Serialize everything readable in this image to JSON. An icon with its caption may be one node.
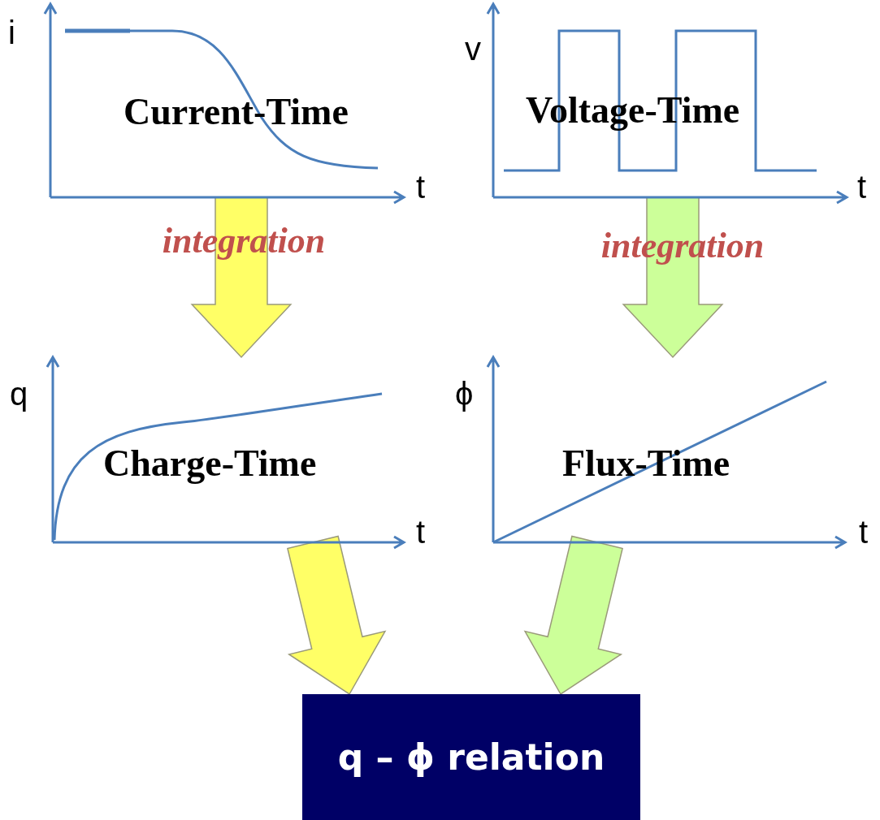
{
  "diagram": {
    "nodes": [
      {
        "text": [
          "Current-Time"
        ],
        "beside": [
          "i",
          "t"
        ]
      },
      {
        "text": [
          "Voltage-Time"
        ],
        "beside": [
          "v",
          "t"
        ]
      },
      {
        "text": [
          "Charge-Time"
        ],
        "beside": [
          "q",
          "t"
        ]
      },
      {
        "text": [
          "Flux-Time"
        ],
        "beside": [
          "ϕ",
          "t"
        ]
      },
      {
        "text": [
          "q – ϕ relation"
        ]
      }
    ],
    "edges": [
      {
        "from": 0,
        "to": 2,
        "arrow": "to",
        "label": "integration",
        "style": "thick",
        "color": "#ffff66"
      },
      {
        "from": 1,
        "to": 3,
        "arrow": "to",
        "label": "integration",
        "style": "thick",
        "color": "#ccff99"
      },
      {
        "from": 2,
        "to": 4,
        "arrow": "to",
        "style": "thick",
        "color": "#ffff66"
      },
      {
        "from": 3,
        "to": 4,
        "arrow": "to",
        "style": "thick",
        "color": "#ccff99"
      }
    ]
  }
}
